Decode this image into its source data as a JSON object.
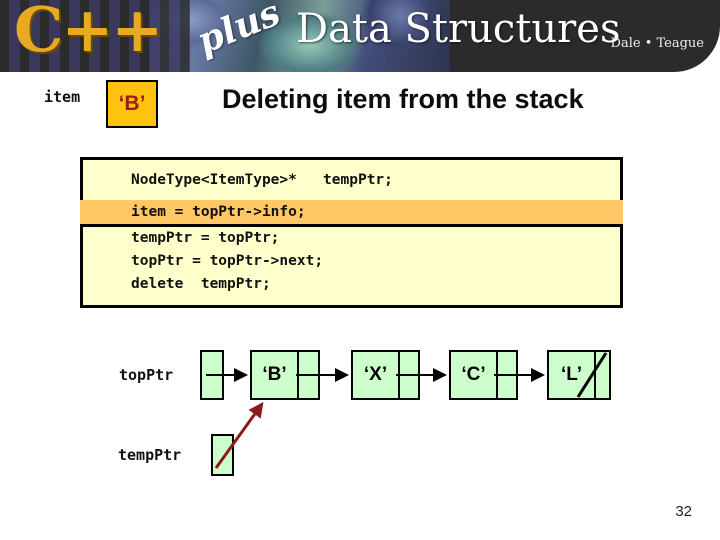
{
  "banner": {
    "logo_cpp": "C++",
    "logo_plus": "plus",
    "logo_title": "Data Structures",
    "authors": "Dale • Teague",
    "background_color": "#2b2b2b",
    "logo_color": "#e8aa22"
  },
  "header": {
    "item_label": "item",
    "item_value": "‘B’",
    "item_box_fill": "#ffc20e",
    "item_value_color": "#9e1b1b",
    "title": "Deleting item from the stack"
  },
  "code": {
    "declaration_block": {
      "background": "#ffffcc",
      "lines": [
        "NodeType<ItemType>*   tempPtr;"
      ]
    },
    "body_block": {
      "background": "#ffffcc",
      "highlight_color": "#ffc864",
      "lines": [
        {
          "text": "item = topPtr->info;",
          "highlighted": true
        },
        {
          "text": "tempPtr = topPtr;",
          "highlighted": false
        },
        {
          "text": "topPtr = topPtr->next;",
          "highlighted": false
        },
        {
          "text": "delete  tempPtr;",
          "highlighted": false
        }
      ]
    }
  },
  "diagram": {
    "node_fill": "#ccffcc",
    "arrow_color": "#000000",
    "temp_arrow_color": "#8b1a1a",
    "pointers": [
      {
        "name": "topPtr",
        "label": "topPtr",
        "target": "node-b"
      },
      {
        "name": "tempPtr",
        "label": "tempPtr",
        "target": "node-b"
      }
    ],
    "nodes": [
      {
        "id": "node-b",
        "value": "‘B’",
        "next": "node-x"
      },
      {
        "id": "node-x",
        "value": "‘X’",
        "next": "node-c"
      },
      {
        "id": "node-c",
        "value": "‘C’",
        "next": "node-l"
      },
      {
        "id": "node-l",
        "value": "‘L’",
        "next": "NULL"
      }
    ]
  },
  "footer": {
    "page_number": "32"
  }
}
